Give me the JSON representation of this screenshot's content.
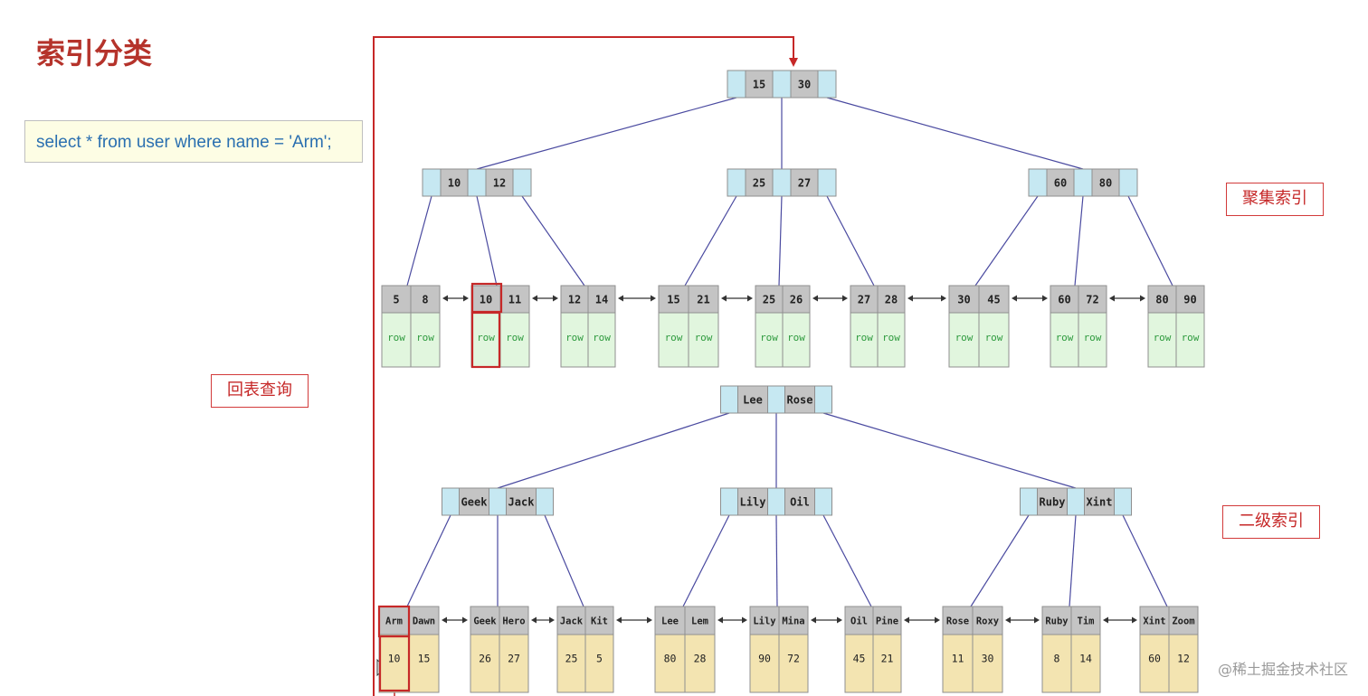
{
  "title": "索引分类",
  "sql": "select * from user where name = 'Arm';",
  "labels": {
    "back_to_table": "回表查询",
    "clustered": "聚集索引",
    "secondary": "二级索引"
  },
  "watermark": "@稀土掘金技术社区",
  "colors": {
    "accent_red": "#c62828",
    "pointer_cell": "#c6e8f2",
    "key_cell": "#c4c4c4",
    "row_cell": "#e1f6de",
    "value_cell": "#f3e4b1",
    "edge": "#4a4aa0"
  },
  "clustered_index": {
    "root": [
      "15",
      "30"
    ],
    "internal": [
      [
        "10",
        "12"
      ],
      [
        "25",
        "27"
      ],
      [
        "60",
        "80"
      ]
    ],
    "leaves": [
      [
        "5",
        "8"
      ],
      [
        "10",
        "11"
      ],
      [
        "12",
        "14"
      ],
      [
        "15",
        "21"
      ],
      [
        "25",
        "26"
      ],
      [
        "27",
        "28"
      ],
      [
        "30",
        "45"
      ],
      [
        "60",
        "72"
      ],
      [
        "80",
        "90"
      ]
    ],
    "row_label": "row"
  },
  "secondary_index": {
    "root": [
      "Lee",
      "Rose"
    ],
    "internal": [
      [
        "Geek",
        "Jack"
      ],
      [
        "Lily",
        "Oil"
      ],
      [
        "Ruby",
        "Xint"
      ]
    ],
    "leaves": [
      {
        "keys": [
          "Arm",
          "Dawn"
        ],
        "values": [
          "10",
          "15"
        ]
      },
      {
        "keys": [
          "Geek",
          "Hero"
        ],
        "values": [
          "26",
          "27"
        ]
      },
      {
        "keys": [
          "Jack",
          "Kit"
        ],
        "values": [
          "25",
          "5"
        ]
      },
      {
        "keys": [
          "Lee",
          "Lem"
        ],
        "values": [
          "80",
          "28"
        ]
      },
      {
        "keys": [
          "Lily",
          "Mina"
        ],
        "values": [
          "90",
          "72"
        ]
      },
      {
        "keys": [
          "Oil",
          "Pine"
        ],
        "values": [
          "45",
          "21"
        ]
      },
      {
        "keys": [
          "Rose",
          "Roxy"
        ],
        "values": [
          "11",
          "30"
        ]
      },
      {
        "keys": [
          "Ruby",
          "Tim"
        ],
        "values": [
          "8",
          "14"
        ]
      },
      {
        "keys": [
          "Xint",
          "Zoom"
        ],
        "values": [
          "60",
          "12"
        ]
      }
    ]
  }
}
